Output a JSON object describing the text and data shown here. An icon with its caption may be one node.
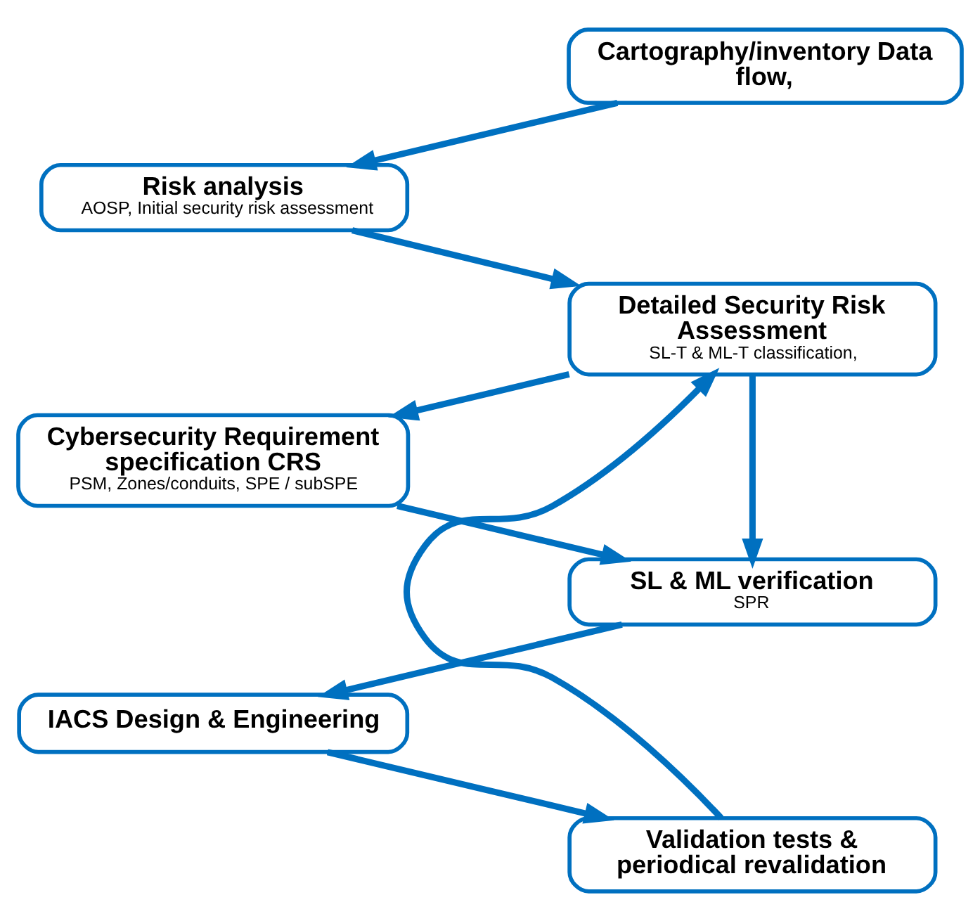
{
  "diagram": {
    "nodes": [
      {
        "text": [
          "Cartography/inventory Data flow,"
        ]
      },
      {
        "text": [
          "Risk analysis",
          "AOSP, Initial security risk assessment"
        ]
      },
      {
        "text": [
          "Detailed Security Risk Assessment",
          "SL-T & ML-T classification,"
        ]
      },
      {
        "text": [
          "Cybersecurity Requirement specification CRS",
          "PSM, Zones/conduits, SPE / subSPE"
        ]
      },
      {
        "text": [
          "SL & ML verification",
          "SPR"
        ]
      },
      {
        "text": [
          "IACS Design & Engineering"
        ]
      },
      {
        "text": [
          "Validation tests & periodical revalidation"
        ]
      }
    ],
    "edges": [
      {
        "from": 0,
        "to": 1,
        "arrow": "to"
      },
      {
        "from": 1,
        "to": 2,
        "arrow": "to"
      },
      {
        "from": 2,
        "to": 3,
        "arrow": "to"
      },
      {
        "from": 2,
        "to": 4,
        "arrow": "to"
      },
      {
        "from": 3,
        "to": 4,
        "arrow": "to"
      },
      {
        "from": 4,
        "to": 5,
        "arrow": "to"
      },
      {
        "from": 5,
        "to": 6,
        "arrow": "to"
      },
      {
        "from": 6,
        "to": 2,
        "arrow": "to"
      }
    ]
  }
}
